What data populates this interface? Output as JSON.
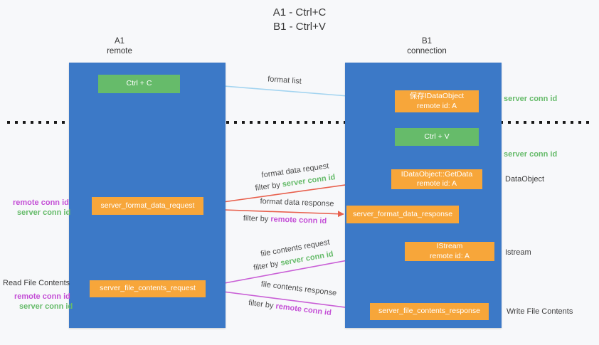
{
  "title": {
    "line1": "A1 - Ctrl+C",
    "line2": "B1 - Ctrl+V"
  },
  "lanes": {
    "left": {
      "name": "A1",
      "subtitle": "remote"
    },
    "right": {
      "name": "B1",
      "subtitle": "connection"
    }
  },
  "nodes": {
    "ctrl_c": {
      "label": "Ctrl + C"
    },
    "ctrl_v": {
      "label": "Ctrl + V"
    },
    "save_dataobject": {
      "title": "保存IDataObject",
      "subtitle": "remote id: A"
    },
    "getdata": {
      "title": "IDataObject::GetData",
      "subtitle": "remote id: A"
    },
    "istream": {
      "title": "IStream",
      "subtitle": "remote id: A"
    },
    "format_request": {
      "label": "server_format_data_request"
    },
    "format_response": {
      "label": "server_format_data_response"
    },
    "file_request": {
      "label": "server_file_contents_request"
    },
    "file_response": {
      "label": "server_file_contents_response"
    }
  },
  "edges": {
    "format_list": "format list",
    "format_data_request": "format data request",
    "format_data_response": "format data response",
    "file_contents_request": "file contents request",
    "file_contents_response": "file contents response",
    "filter_by": "filter by",
    "server_conn_id": "server conn id",
    "remote_conn_id": "remote conn id"
  },
  "annotations": {
    "server_conn_id_right_top": "server conn id",
    "server_conn_id_right_mid": "server conn id",
    "dataobject": "DataObject",
    "istream": "Istream",
    "write_file_contents": "Write File Contents",
    "read_file_contents": "Read File Contents",
    "remote_conn_id_left_top": "remote conn id",
    "server_conn_id_left_top": "server conn id",
    "remote_conn_id_left_bottom": "remote conn id",
    "server_conn_id_left_bottom": "server conn id"
  },
  "colors": {
    "lane_blue": "#3c79c7",
    "node_green": "#66bb6a",
    "node_orange": "#f7a63a",
    "arrow_lightblue": "#a3d4f0",
    "arrow_black": "#1a1a1a",
    "arrow_red": "#e8604d",
    "arrow_magenta": "#c95fd6",
    "text_green": "#66bb6a",
    "text_magenta": "#c44fd6"
  }
}
